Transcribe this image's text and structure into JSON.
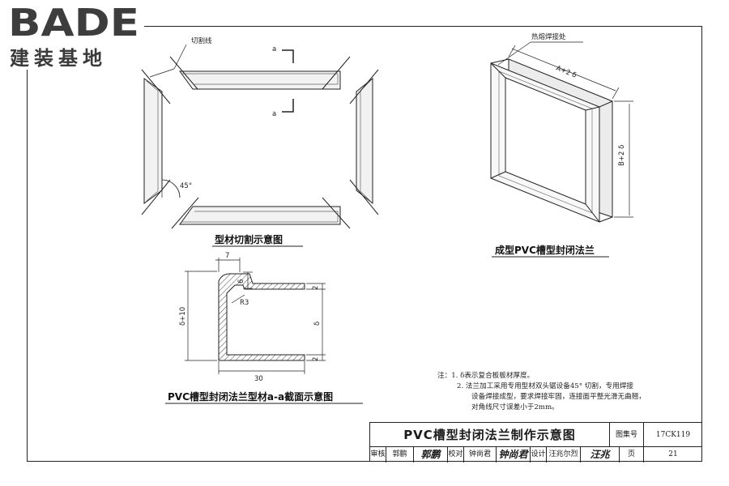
{
  "logo": {
    "brand": "BADE",
    "subtitle": "建装基地"
  },
  "drawing1": {
    "caption": "型材切割示意图",
    "cut_line_label": "切割线",
    "section_mark_top": "a",
    "section_mark_bottom": "a",
    "angle_label": "45°"
  },
  "drawing2": {
    "caption": "成型PVC槽型封闭法兰",
    "weld_label": "热熔焊接处",
    "dim_a": "A+2 δ",
    "dim_b": "B+2 δ"
  },
  "drawing3": {
    "caption": "PVC槽型封闭法兰型材a-a截面示意图",
    "dim_7": "7",
    "dim_6": "6",
    "dim_r3": "R3",
    "dim_2_top": "2",
    "dim_2_bottom": "2",
    "dim_delta": "δ",
    "dim_delta_10": "δ+10",
    "dim_30": "30"
  },
  "notes": {
    "prefix": "注：",
    "items": [
      "1.  δ表示复合板板材厚度。",
      "2.  法兰加工采用专用型材双头锯设备45° 切割，专用焊接",
      "设备焊接成型，要求焊接牢固，连接面平整光滑无曲翘，",
      "对角线尺寸误差小于2mm。"
    ]
  },
  "title_block": {
    "title": "PVC槽型封闭法兰制作示意图",
    "atlas_label": "图集号",
    "atlas_no": "17CK119",
    "review_label": "审核",
    "reviewer": "郭鹏",
    "reviewer_sig": "郭鹏",
    "check_label": "校对",
    "checker": "钟尚君",
    "checker_sig": "钟尚君",
    "design_label": "设计",
    "designer": "汪兆尔烈",
    "designer_sig": "汪兆",
    "page_label": "页",
    "page_no": "21"
  }
}
